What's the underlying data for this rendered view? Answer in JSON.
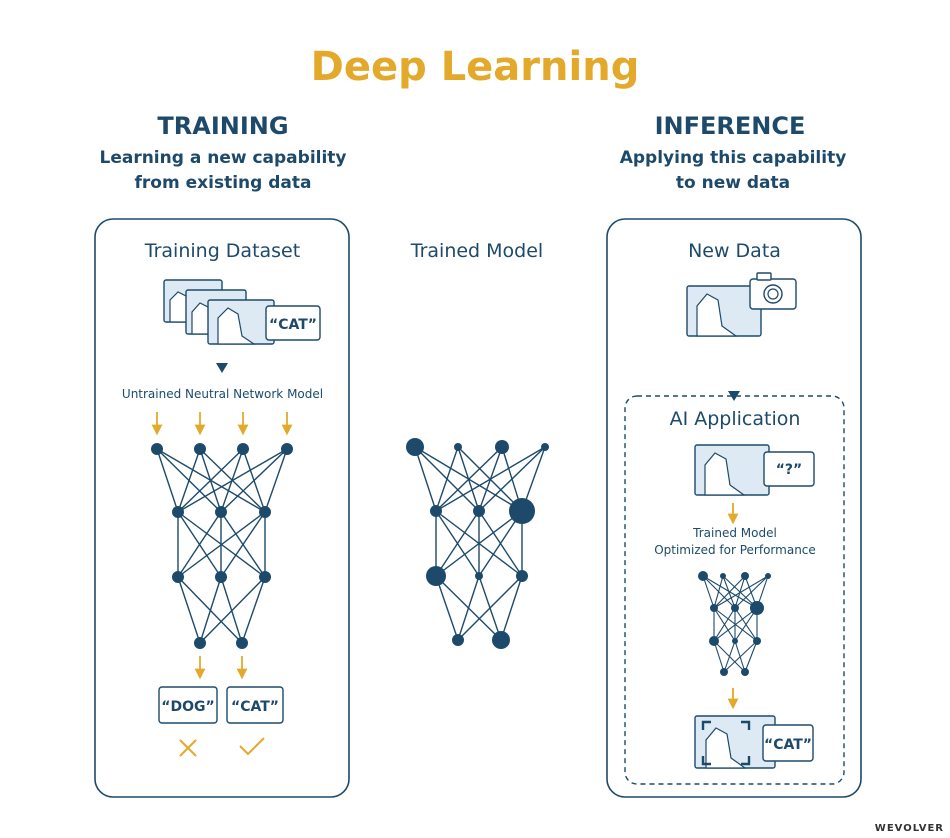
{
  "title": "Deep Learning",
  "training": {
    "heading": "TRAINING",
    "sub_line1": "Learning a new capability",
    "sub_line2": "from existing data",
    "dataset_label": "Training Dataset",
    "dataset_tag": "“CAT”",
    "model_label": "Untrained Neutral Network Model",
    "outputs": [
      {
        "label": "“DOG”",
        "result": "wrong"
      },
      {
        "label": "“CAT”",
        "result": "correct"
      }
    ]
  },
  "trained_model": {
    "label": "Trained Model"
  },
  "inference": {
    "heading": "INFERENCE",
    "sub_line1": "Applying this capability",
    "sub_line2": "to new data",
    "new_data_label": "New Data",
    "app_label": "AI Application",
    "question_tag": "“?”",
    "model_line1": "Trained Model",
    "model_line2": "Optimized for Performance",
    "result_tag": "“CAT”"
  },
  "watermark": "WEVOLVER",
  "colors": {
    "accent": "#e3a92a",
    "primary": "#1d4a6b",
    "image_fill": "#dde9f3"
  }
}
